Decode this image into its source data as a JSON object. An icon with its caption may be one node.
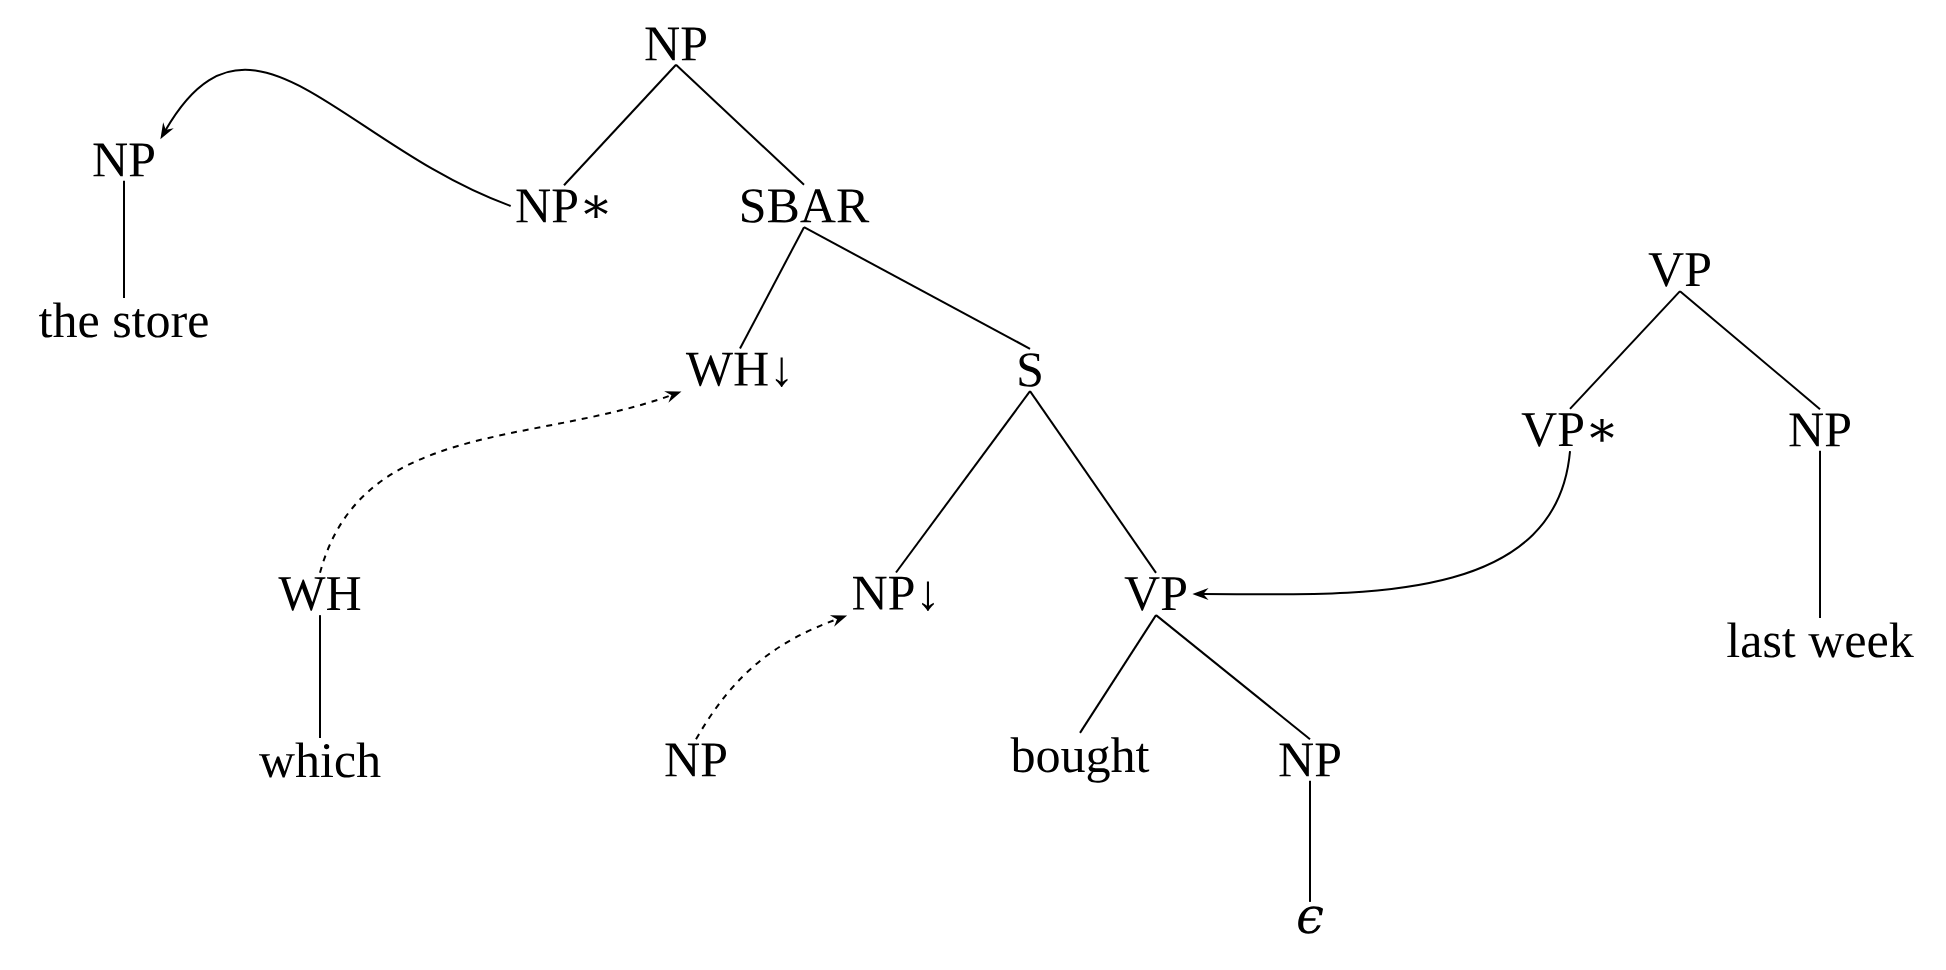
{
  "diagram": {
    "nodes": [
      {
        "text": [
          "NP"
        ]
      },
      {
        "text": [
          "NP"
        ]
      },
      {
        "text": [
          "NP∗"
        ]
      },
      {
        "text": [
          "SBAR"
        ]
      },
      {
        "text": [
          "VP"
        ]
      },
      {
        "text": [
          "the store"
        ]
      },
      {
        "text": [
          "WH↓"
        ]
      },
      {
        "text": [
          "S"
        ]
      },
      {
        "text": [
          "VP∗"
        ]
      },
      {
        "text": [
          "NP"
        ]
      },
      {
        "text": [
          "WH"
        ]
      },
      {
        "text": [
          "NP↓"
        ]
      },
      {
        "text": [
          "VP"
        ]
      },
      {
        "text": [
          "last week"
        ]
      },
      {
        "text": [
          "which"
        ]
      },
      {
        "text": [
          "NP"
        ]
      },
      {
        "text": [
          "bought"
        ]
      },
      {
        "text": [
          "NP"
        ]
      },
      {
        "text": [
          "ϵ"
        ]
      }
    ],
    "edges": [
      {
        "from": 0,
        "to": 2,
        "arrow": "none"
      },
      {
        "from": 0,
        "to": 3,
        "arrow": "none"
      },
      {
        "from": 1,
        "to": 5,
        "arrow": "none"
      },
      {
        "from": 3,
        "to": 6,
        "arrow": "none"
      },
      {
        "from": 3,
        "to": 7,
        "arrow": "none"
      },
      {
        "from": 4,
        "to": 8,
        "arrow": "none"
      },
      {
        "from": 4,
        "to": 9,
        "arrow": "none"
      },
      {
        "from": 7,
        "to": 11,
        "arrow": "none"
      },
      {
        "from": 7,
        "to": 12,
        "arrow": "none"
      },
      {
        "from": 9,
        "to": 13,
        "arrow": "none"
      },
      {
        "from": 10,
        "to": 14,
        "arrow": "none"
      },
      {
        "from": 12,
        "to": 16,
        "arrow": "none"
      },
      {
        "from": 12,
        "to": 17,
        "arrow": "none"
      },
      {
        "from": 17,
        "to": 18,
        "arrow": "none"
      },
      {
        "from": 2,
        "to": 1,
        "arrow": "to"
      },
      {
        "from": 10,
        "to": 6,
        "arrow": "to",
        "style": "dashed"
      },
      {
        "from": 15,
        "to": 11,
        "arrow": "to",
        "style": "dashed"
      },
      {
        "from": 8,
        "to": 12,
        "arrow": "to"
      }
    ]
  }
}
